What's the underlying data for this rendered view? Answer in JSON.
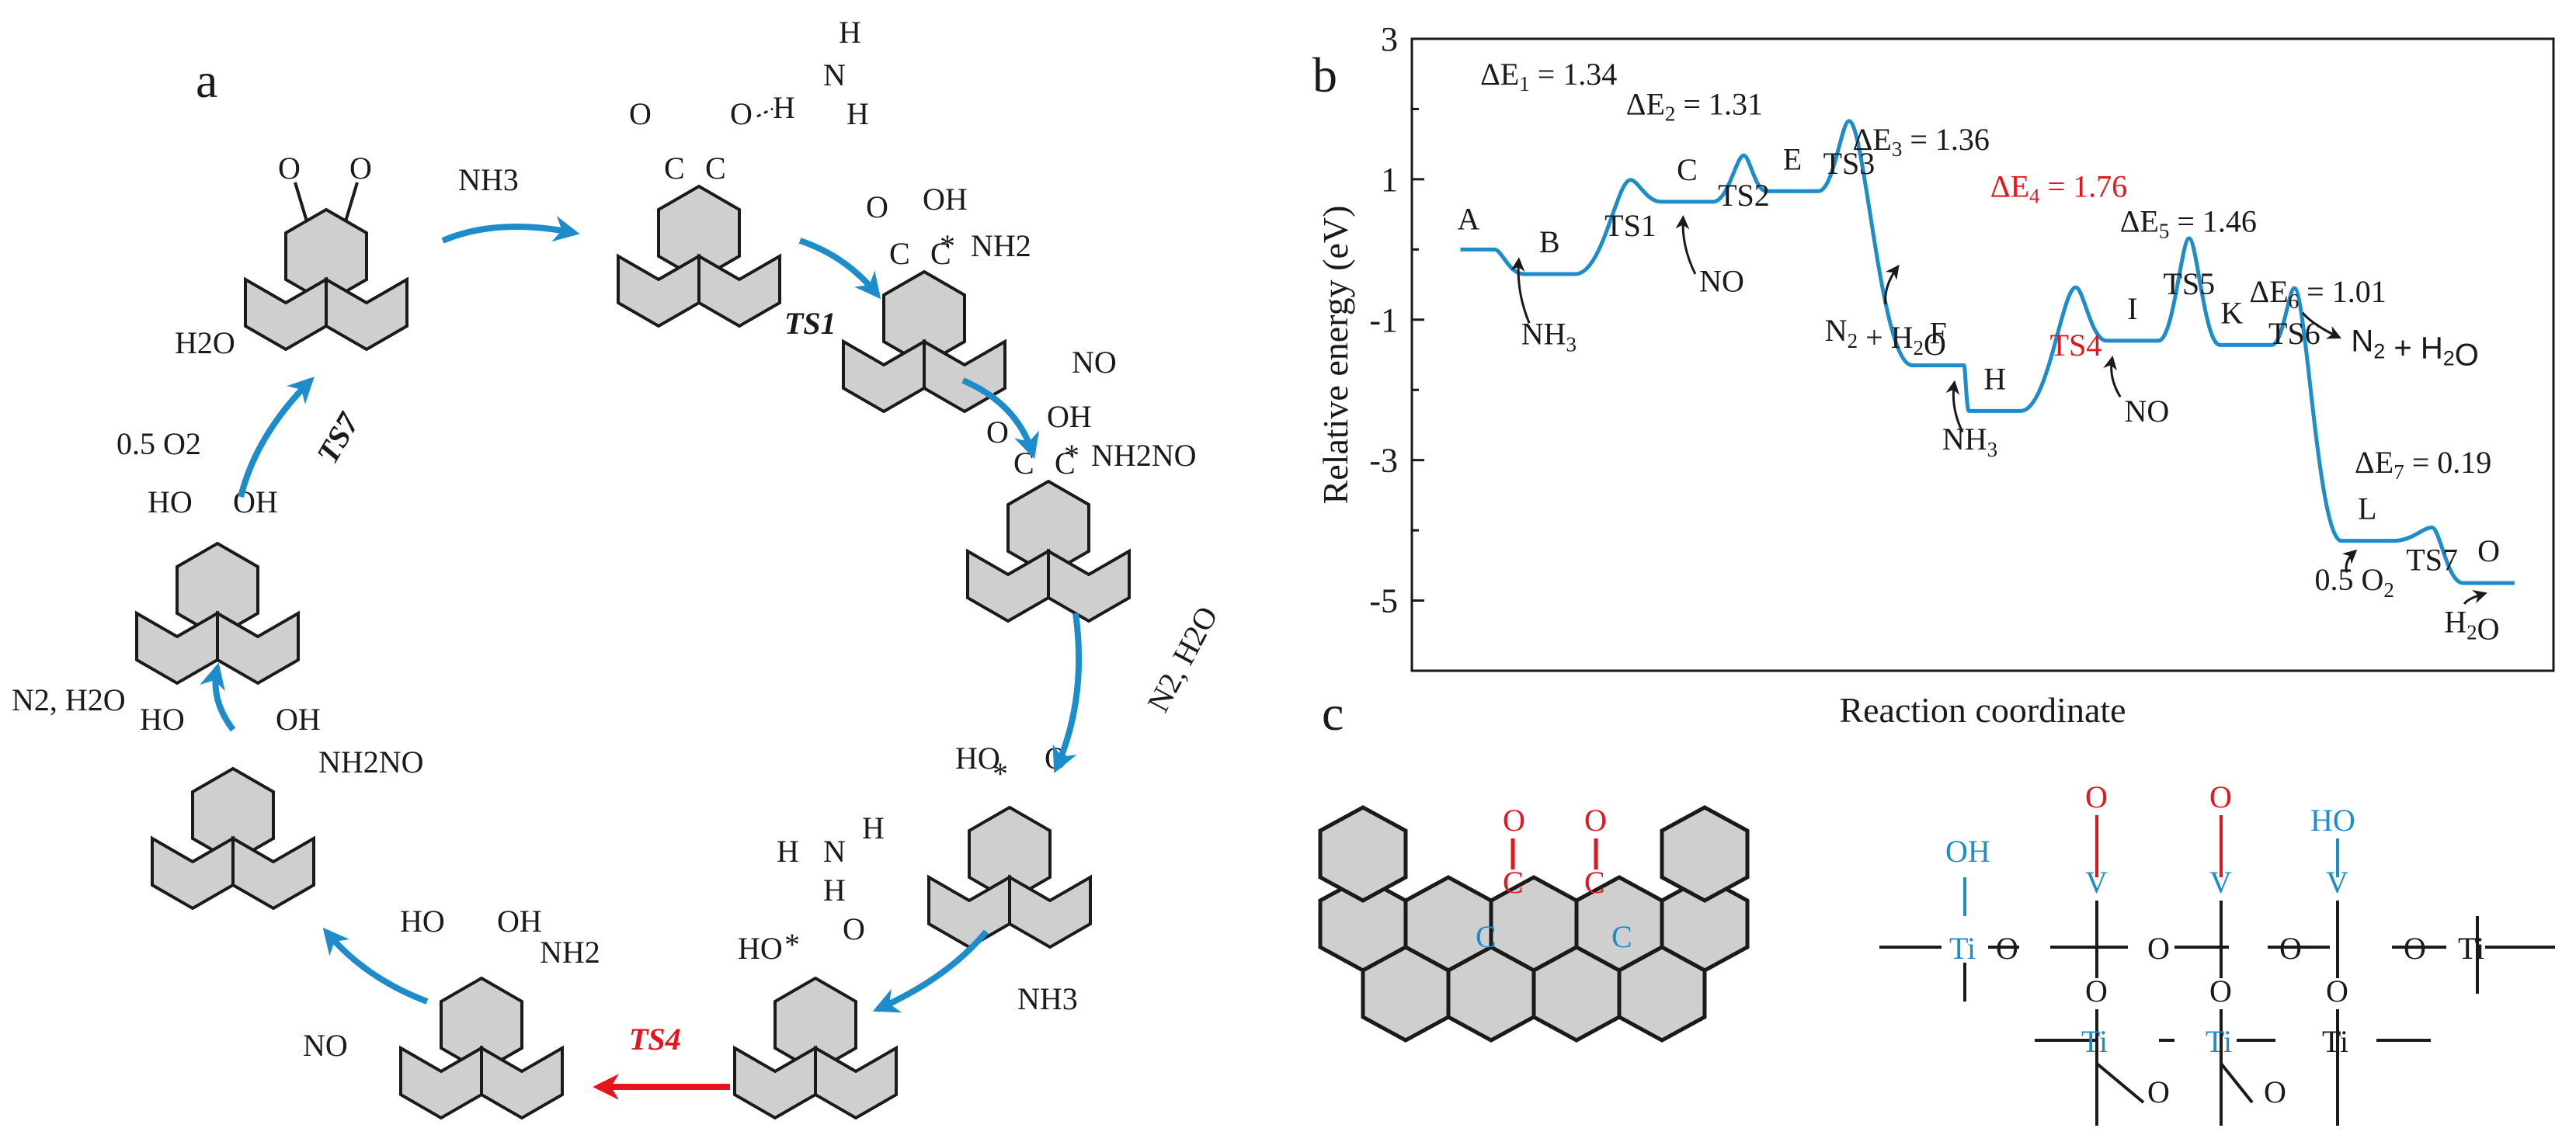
{
  "colors": {
    "blue": "#1c8ccb",
    "red": "#e8141b",
    "ring": "#cfcfcf",
    "ink": "#1a1a1a"
  },
  "panels": {
    "a": "a",
    "b": "b",
    "c": "c"
  },
  "cycle": {
    "nh3": "NH3",
    "ts1": "TS1",
    "no": "NO",
    "n2_h2o": "N2, H2O",
    "n2_h2o_rot": "N2, H2O",
    "ts4": "TS4",
    "ts7": "TS7",
    "o2": "0.5 O2",
    "h2o": "H2O",
    "nh2": "NH2",
    "nh2no": "NH2NO",
    "oh": "OH",
    "ho": "HO",
    "o": "O",
    "c": "C",
    "h": "H",
    "n": "N",
    "star": "*"
  },
  "chart_data": {
    "type": "line",
    "title": "",
    "xlabel": "Reaction coordinate",
    "ylabel": "Relative energy (eV)",
    "ylim": [
      -6,
      3
    ],
    "yticks": [
      3,
      1,
      -1,
      -3,
      -5
    ],
    "grid": false,
    "series": [
      {
        "color": "#1c8ccb",
        "points": [
          {
            "label": "A",
            "x": 0.0,
            "y": 0.0
          },
          {
            "label": "B",
            "x": 1.0,
            "y": -0.35
          },
          {
            "label": "TS1",
            "x": 2.0,
            "y": 0.99
          },
          {
            "label": "C",
            "x": 2.7,
            "y": 0.68
          },
          {
            "label": "TS2",
            "x": 3.4,
            "y": 1.34
          },
          {
            "label": "E",
            "x": 4.0,
            "y": 0.83
          },
          {
            "label": "TS3",
            "x": 4.7,
            "y": 1.83
          },
          {
            "label": "F",
            "x": 5.8,
            "y": -1.65
          },
          {
            "label": "H",
            "x": 6.5,
            "y": -2.3
          },
          {
            "label": "TS4",
            "x": 7.5,
            "y": -0.54
          },
          {
            "label": "I",
            "x": 8.2,
            "y": -1.3
          },
          {
            "label": "TS5",
            "x": 8.9,
            "y": 0.16
          },
          {
            "label": "K",
            "x": 9.6,
            "y": -1.36
          },
          {
            "label": "TS6",
            "x": 10.2,
            "y": -0.55
          },
          {
            "label": "L",
            "x": 11.1,
            "y": -4.15
          },
          {
            "label": "TS7",
            "x": 11.9,
            "y": -3.96
          },
          {
            "label": "O",
            "x": 12.6,
            "y": -4.75
          }
        ]
      }
    ],
    "state_labels": [
      "A",
      "B",
      "TS1",
      "C",
      "TS2",
      "E",
      "TS3",
      "F",
      "H",
      "TS4",
      "I",
      "TS5",
      "K",
      "TS6",
      "L",
      "TS7",
      "O"
    ],
    "annotations": [
      {
        "text": "ΔE1 = 1.34",
        "color": "#1a1a1a"
      },
      {
        "text": "ΔE2 = 1.31",
        "color": "#1a1a1a"
      },
      {
        "text": "ΔE3 = 1.36",
        "color": "#1a1a1a"
      },
      {
        "text": "ΔE4 = 1.76",
        "color": "#e8141b"
      },
      {
        "text": "ΔE5 = 1.46",
        "color": "#1a1a1a"
      },
      {
        "text": "ΔE6 = 1.01",
        "color": "#1a1a1a"
      },
      {
        "text": "ΔE7 = 0.19",
        "color": "#1a1a1a"
      }
    ],
    "species": {
      "nh3_b": "NH3",
      "no_c": "NO",
      "n2h2o_e": "N2 + H2O",
      "nh3_h": "NH3",
      "no_i": "NO",
      "n2h2o_k": "N2 + H2O",
      "o2_l": "0.5 O2",
      "h2o_o": "H2O"
    }
  },
  "panel_c": {
    "o": "O",
    "c": "C",
    "v": "V",
    "ti": "Ti",
    "oh": "OH",
    "ho": "HO"
  }
}
